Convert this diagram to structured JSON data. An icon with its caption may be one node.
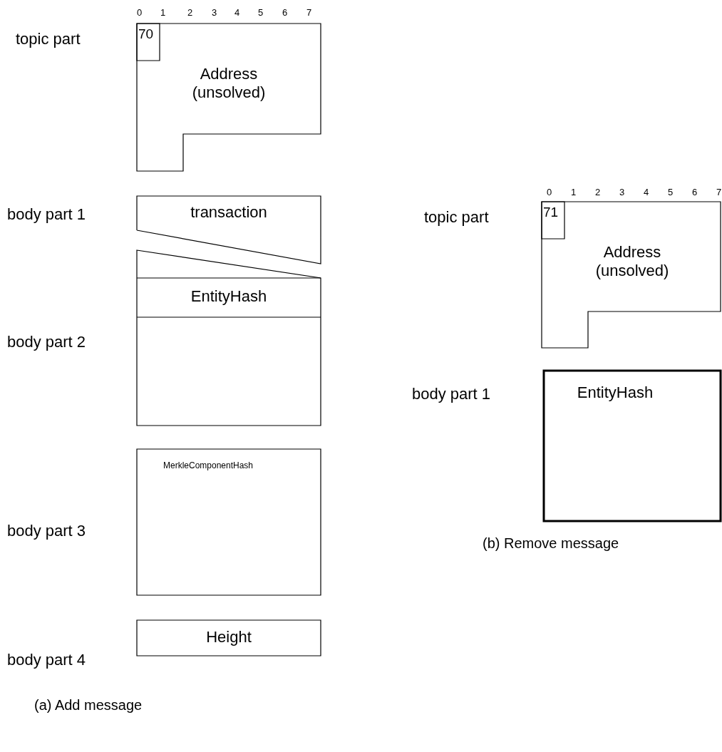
{
  "diagram": {
    "nodes": [
      {
        "text": [
          "Address (unsolved)"
        ]
      },
      {
        "text": [
          "70"
        ],
        "in": 0
      },
      {
        "text": [
          "transaction"
        ]
      },
      {
        "text": [
          "EntityHash"
        ]
      },
      {
        "text": [
          "MerkleComponentHash"
        ]
      },
      {
        "text": [
          "Height"
        ]
      },
      {
        "text": [
          "Address (unsolved)"
        ]
      },
      {
        "text": [
          "71"
        ],
        "in": 6
      },
      {
        "text": [
          "EntityHash"
        ]
      }
    ],
    "labels": [
      "0",
      "1",
      "2",
      "3",
      "4",
      "5",
      "6",
      "7",
      "topic part",
      "body part 1",
      "body part 2",
      "body part 3",
      "body part 4",
      "(a) Add message",
      "0",
      "1",
      "2",
      "3",
      "4",
      "5",
      "6",
      "7",
      "topic part",
      "body part 1",
      "(b) Remove message"
    ]
  }
}
